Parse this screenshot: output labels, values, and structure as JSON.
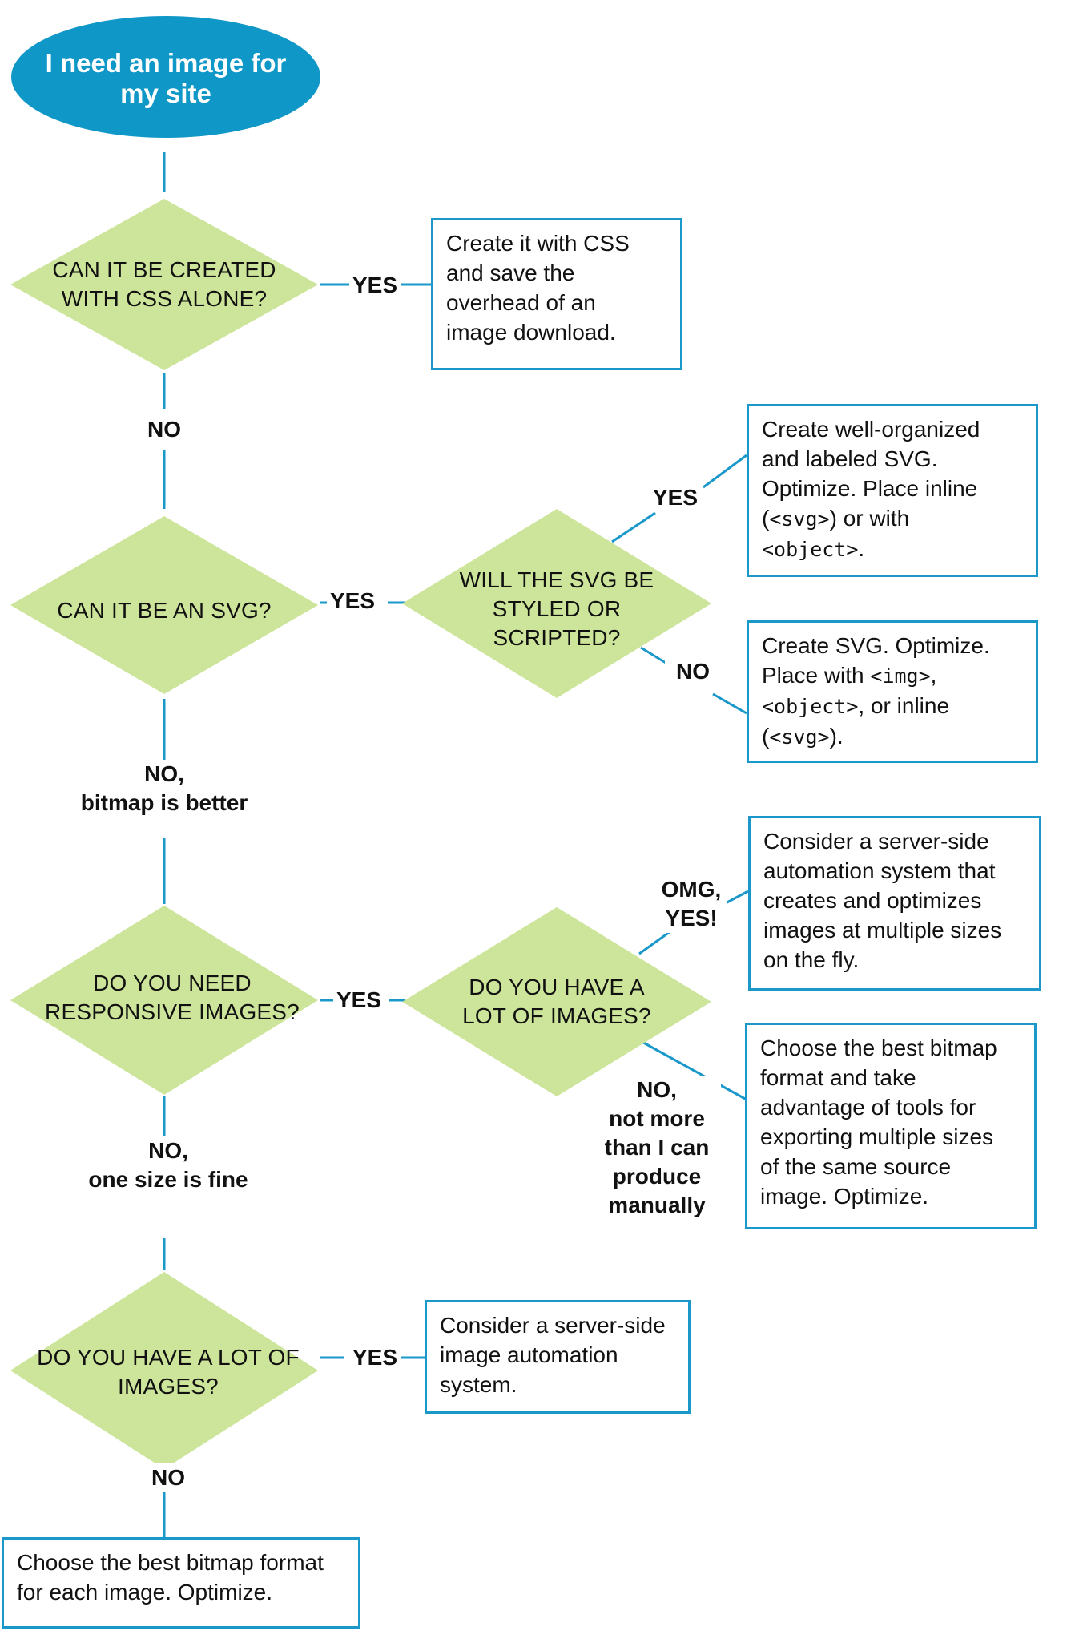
{
  "colors": {
    "start_fill": "#0f97c7",
    "decision_fill": "#cde59a",
    "line": "#1a98c9",
    "box_border": "#1a98c9"
  },
  "start": {
    "lines": [
      "I need an image for",
      "my site"
    ]
  },
  "decisions": [
    {
      "lines": [
        "CAN IT BE CREATED",
        "WITH CSS ALONE?"
      ]
    },
    {
      "lines": [
        "CAN IT BE AN SVG?"
      ]
    },
    {
      "lines": [
        "WILL THE SVG BE",
        "STYLED OR",
        "SCRIPTED?"
      ]
    },
    {
      "lines": [
        "DO YOU NEED",
        "RESPONSIVE IMAGES?"
      ]
    },
    {
      "lines": [
        "DO YOU HAVE A",
        "LOT OF IMAGES?"
      ]
    },
    {
      "lines": [
        "DO YOU HAVE A LOT OF",
        "IMAGES?"
      ]
    }
  ],
  "edge_labels": [
    {
      "lines": [
        "YES"
      ]
    },
    {
      "lines": [
        "NO"
      ]
    },
    {
      "lines": [
        "YES"
      ]
    },
    {
      "lines": [
        "YES"
      ]
    },
    {
      "lines": [
        "NO"
      ]
    },
    {
      "lines": [
        "NO,",
        "bitmap is better"
      ]
    },
    {
      "lines": [
        "YES"
      ]
    },
    {
      "lines": [
        "OMG,",
        "YES!"
      ]
    },
    {
      "lines": [
        "NO,",
        "not more",
        "than I can",
        "produce",
        "manually"
      ]
    },
    {
      "lines": [
        "NO,",
        "one size is fine"
      ]
    },
    {
      "lines": [
        "YES"
      ]
    },
    {
      "lines": [
        "NO"
      ]
    }
  ],
  "boxes": [
    {
      "lines": [
        "Create it with CSS",
        "and save the",
        "overhead of an",
        "image download."
      ]
    },
    {
      "lines": [
        "Create well-organized",
        "and labeled SVG.",
        "Optimize. Place inline"
      ],
      "l4_pre": "(",
      "l4_code": "<svg>",
      "l4_post": ") or with",
      "l5_code": "<object>",
      "l5_post": "."
    },
    {
      "line1": "Create SVG. Optimize.",
      "l2_pre": "Place with ",
      "l2_code": "<img>",
      "l2_post": ",",
      "l3_code": "<object>",
      "l3_post": ", or inline",
      "l4_pre": "(",
      "l4_code": "<svg>",
      "l4_post": ")."
    },
    {
      "lines": [
        "Consider a server-side",
        "automation system that",
        "creates and optimizes",
        "images at multiple sizes",
        "on the fly."
      ]
    },
    {
      "lines": [
        "Choose the best bitmap",
        "format and take",
        "advantage of tools for",
        "exporting multiple sizes",
        "of the same source",
        "image. Optimize."
      ]
    },
    {
      "lines": [
        "Consider a server-side",
        "image automation",
        "system."
      ]
    },
    {
      "lines": [
        "Choose the best bitmap format",
        "for each image. Optimize."
      ]
    }
  ]
}
